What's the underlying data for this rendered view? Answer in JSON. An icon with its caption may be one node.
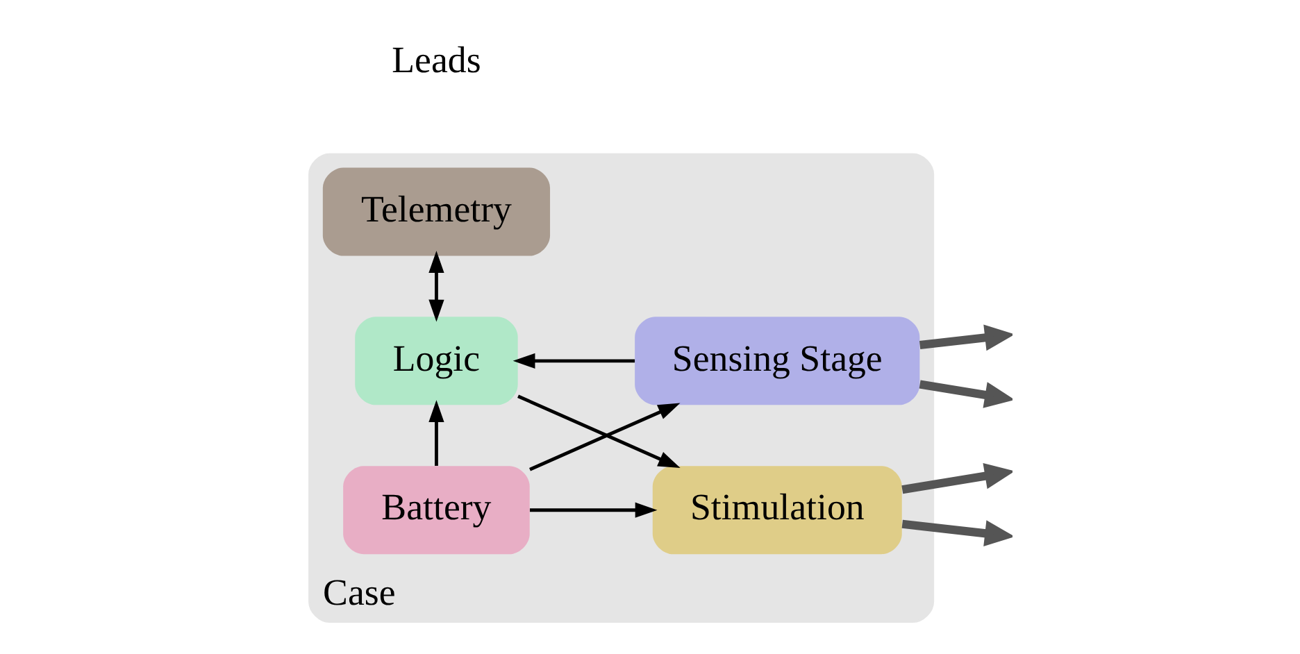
{
  "diagram": {
    "nodes": [
      {
        "text": [
          "Case"
        ]
      },
      {
        "text": [
          "Battery"
        ],
        "in": 0
      },
      {
        "text": [
          "Sensing Stage"
        ],
        "in": 0
      },
      {
        "text": [
          "Logic"
        ],
        "in": 0
      },
      {
        "text": [
          "Stimulation"
        ],
        "in": 0
      },
      {
        "text": [
          "Telemetry"
        ],
        "in": 0
      }
    ],
    "edges": [
      {
        "from": 1,
        "to": 2,
        "arrow": "to"
      },
      {
        "from": 1,
        "to": 3,
        "arrow": "to"
      },
      {
        "from": 1,
        "to": 4,
        "arrow": "to"
      },
      {
        "from": 2,
        "to": 3,
        "arrow": "to"
      },
      {
        "from": 3,
        "to": 4,
        "arrow": "to"
      },
      {
        "from": 3,
        "to": 5,
        "arrow": "both"
      },
      {
        "from": 2,
        "to": null,
        "arrow": "to",
        "style": "thick",
        "color": "#555555"
      },
      {
        "from": 2,
        "to": null,
        "arrow": "to",
        "style": "thick",
        "color": "#555555"
      },
      {
        "from": 4,
        "to": null,
        "arrow": "to",
        "style": "thick",
        "color": "#555555"
      },
      {
        "from": 4,
        "to": null,
        "arrow": "to",
        "style": "thick",
        "color": "#555555"
      }
    ],
    "labels": [
      "Leads"
    ]
  }
}
